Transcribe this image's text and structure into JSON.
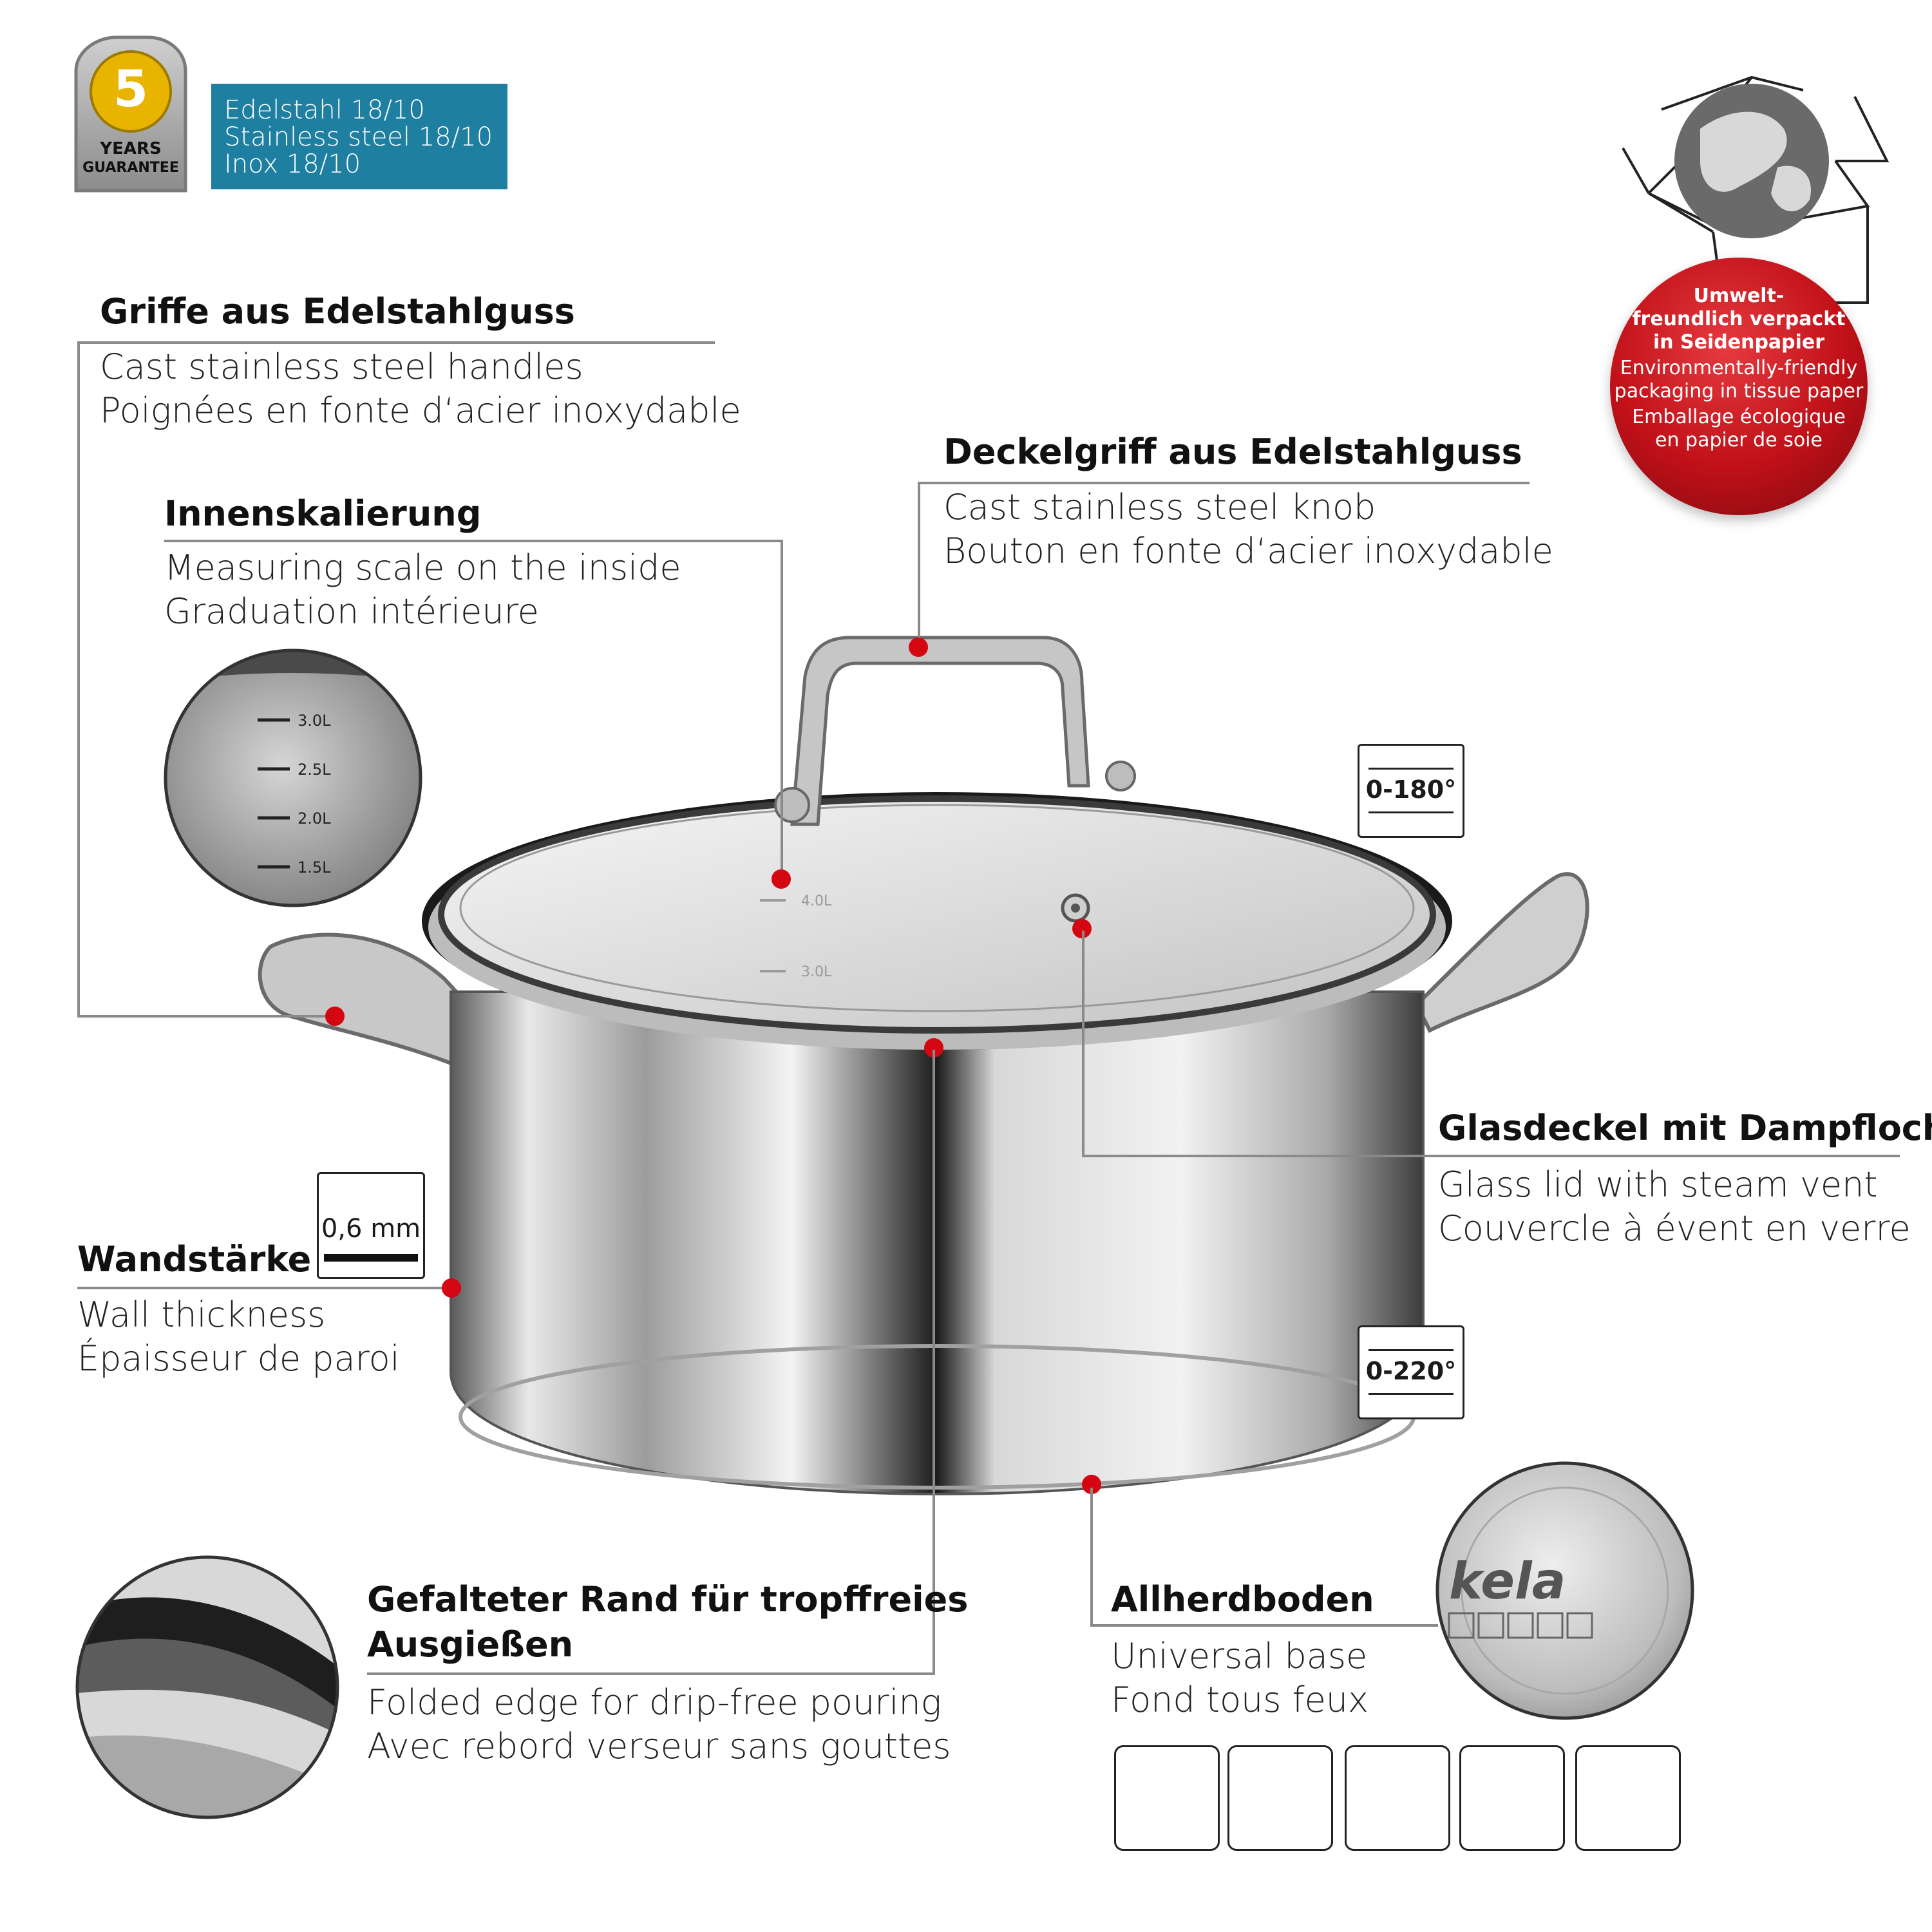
{
  "guarantee": {
    "number": "5",
    "line1": "YEARS",
    "line2": "GUARANTEE"
  },
  "material": {
    "de": "Edelstahl 18/10",
    "en": "Stainless steel 18/10",
    "fr": "Inox 18/10"
  },
  "packaging": {
    "de1": "Umwelt-",
    "de2": "freundlich verpackt",
    "de3": "in Seidenpapier",
    "en1": "Environmentally-friendly",
    "en2": "packaging in tissue paper",
    "fr1": "Emballage écologique",
    "fr2": "en papier de soie"
  },
  "features": {
    "handles": {
      "title": "Griffe aus Edelstahlguss",
      "en": "Cast stainless steel handles",
      "fr": "Poignées en fonte d‘acier inoxydable"
    },
    "scale": {
      "title": "Innenskalierung",
      "en": "Measuring scale on the inside",
      "fr": "Graduation intérieure"
    },
    "knob": {
      "title": "Deckelgriff aus Edelstahlguss",
      "en": "Cast stainless steel knob",
      "fr": "Bouton en fonte d‘acier inoxydable"
    },
    "lid": {
      "title": "Glasdeckel mit Dampfloch",
      "en": "Glass lid with steam vent",
      "fr": "Couvercle à évent en verre"
    },
    "wall": {
      "title": "Wandstärke",
      "en": "Wall thickness",
      "fr": "Épaisseur de paroi",
      "value": "0,6 mm"
    },
    "edge": {
      "title1": "Gefalteter Rand für tropffreies",
      "title2": "Ausgießen",
      "en": "Folded edge for drip-free pouring",
      "fr": "Avec rebord verseur sans gouttes"
    },
    "base": {
      "title": "Allherdboden",
      "en": "Universal base",
      "fr": "Fond tous feux",
      "brand": "kela"
    }
  },
  "temps": {
    "lid": "0-180°",
    "pot": "0-220°"
  },
  "scale_marks": [
    "3.0L",
    "2.5L",
    "2.0L",
    "1.5L"
  ],
  "pot_marks": [
    "4.0L",
    "3.0L"
  ],
  "hob_icons": [
    "electric-hob-icon",
    "radiant-hob-icon",
    "gas-hob-icon",
    "ceramic-hob-icon",
    "induction-hob-icon"
  ],
  "colors": {
    "accent_red": "#d40612",
    "badge_blue": "#1f7fa0",
    "gold": "#e8b400"
  }
}
